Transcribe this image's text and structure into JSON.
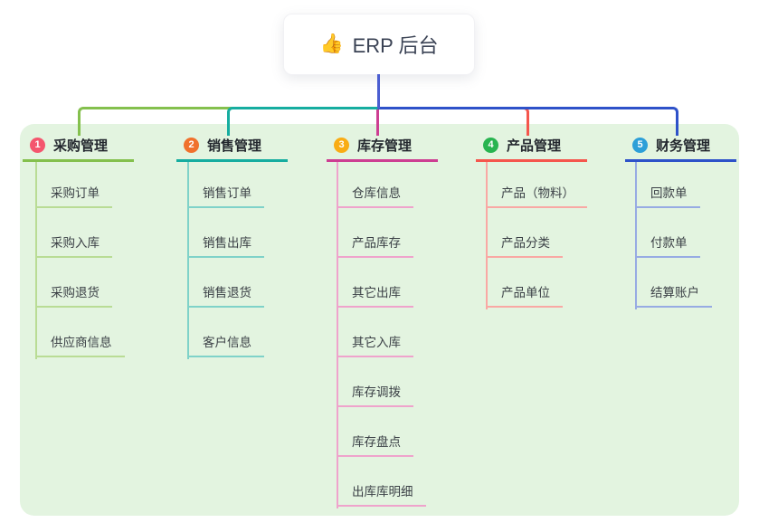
{
  "root": {
    "label": "ERP 后台",
    "icon_glyph": "👍"
  },
  "colors": {
    "page_background": "#ffffff",
    "board_background": "#e3f4e0",
    "stem": "#4b5ed1",
    "root_text": "#3a4254",
    "header_text": "#23272e",
    "item_text": "#3b4046"
  },
  "branches": [
    {
      "num": "1",
      "title": "采购管理",
      "badge_color": "#f4566e",
      "line_color": "#84c04d",
      "item_line_color": "#b9dc95",
      "items": [
        "采购订单",
        "采购入库",
        "采购退货",
        "供应商信息"
      ]
    },
    {
      "num": "2",
      "title": "销售管理",
      "badge_color": "#f0712c",
      "line_color": "#16ada0",
      "item_line_color": "#7fd2c9",
      "items": [
        "销售订单",
        "销售出库",
        "销售退货",
        "客户信息"
      ]
    },
    {
      "num": "3",
      "title": "库存管理",
      "badge_color": "#f9ac14",
      "line_color": "#cd3e92",
      "item_line_color": "#efa3cc",
      "items": [
        "仓库信息",
        "产品库存",
        "其它出库",
        "其它入库",
        "库存调拨",
        "库存盘点",
        "出库库明细"
      ]
    },
    {
      "num": "4",
      "title": "产品管理",
      "badge_color": "#28b450",
      "line_color": "#f5564d",
      "item_line_color": "#f9a8a4",
      "items": [
        "产品（物料）",
        "产品分类",
        "产品单位"
      ]
    },
    {
      "num": "5",
      "title": "财务管理",
      "badge_color": "#2d9fd8",
      "line_color": "#2e52c9",
      "item_line_color": "#97abe3",
      "items": [
        "回款单",
        "付款单",
        "结算账户"
      ]
    }
  ]
}
